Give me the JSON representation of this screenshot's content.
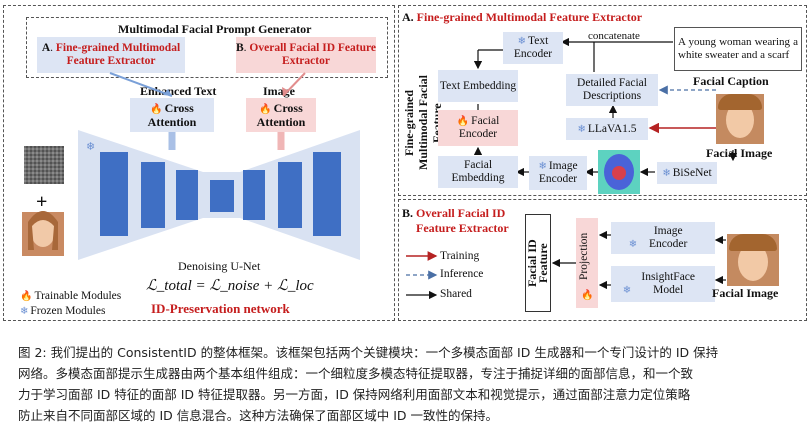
{
  "left": {
    "generator_title": "Multimodal Facial Prompt Generator",
    "module_a": {
      "letter": "A",
      "text": "Fine-grained Multimodal Feature Extractor"
    },
    "module_b": {
      "letter": "B",
      "text": "Overall Facial ID Feature Extractor"
    },
    "enhanced_text": "Enhanced Text",
    "image": "Image",
    "cross_attention": "Cross Attention",
    "unet_label": "Denoising U-Net",
    "loss": "ℒ_total = ℒ_noise + ℒ_loc",
    "legend_trainable": "Trainable Modules",
    "legend_frozen": "Frozen Modules",
    "network_title": "ID-Preservation network"
  },
  "panel_a": {
    "title_letter": "A.",
    "title": "Fine-grained Multimodal Feature Extractor",
    "side_label": "Fine-grained Multimodal Facial Feature",
    "text_encoder": "Text Encoder",
    "concatenate": "concatenate",
    "caption_text": "A young woman wearing a white sweater and a scarf",
    "facial_caption": "Facial Caption",
    "text_embedding": "Text Embedding",
    "facial_encoder": "Facial Encoder",
    "detailed_desc": "Detailed Facial Descriptions",
    "llava": "LLaVA1.5",
    "facial_image": "Facial Image",
    "facial_embedding": "Facial Embedding",
    "image_encoder": "Image Encoder",
    "bisenet": "BiSeNet"
  },
  "panel_b": {
    "title_letter": "B.",
    "title": "Overall Facial ID Feature Extractor",
    "legend_training": "Training",
    "legend_inference": "Inference",
    "legend_shared": "Shared",
    "facial_id_feature": "Facial ID Feature",
    "projection": "Projection",
    "image_encoder": "Image Encoder",
    "insightface": "InsightFace Model",
    "facial_image": "Facial Image"
  },
  "caption": {
    "line1": "图 2: 我们提出的 ConsistentID 的整体框架。该框架包括两个关键模块：一个多模态面部 ID 生成器和一个专门设计的 ID 保持",
    "line2": "网络。多模态面部提示生成器由两个基本组件组成：一个细粒度多模态特征提取器，专注于捕捉详细的面部信息，和一个致",
    "line3": "力于学习面部 ID 特征的面部 ID 特征提取器。另一方面，ID 保持网络利用面部文本和视觉提示，通过面部注意力定位策略",
    "line4": "防止来自不同面部区域的 ID 信息混合。这种方法确保了面部区域中 ID 一致性的保持。"
  },
  "colors": {
    "accent_red": "#c51d1d",
    "module_blue": "#dde5f4",
    "module_pink": "#f8d7d7",
    "unet_blue": "#3f6fc4"
  }
}
